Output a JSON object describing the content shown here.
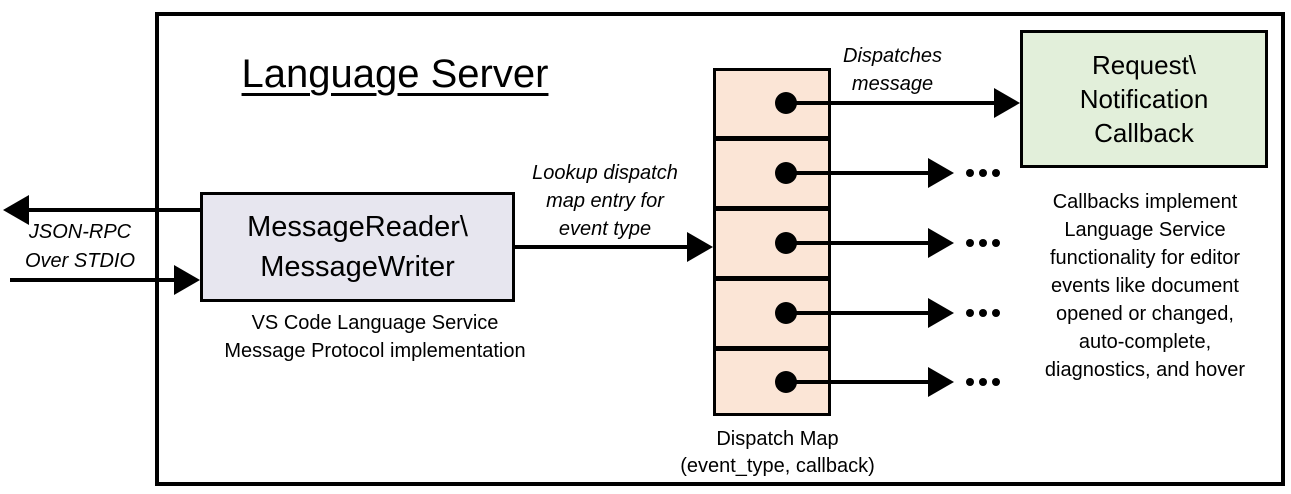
{
  "diagram": {
    "title": "Language Server"
  },
  "io": {
    "label": "JSON-RPC\nOver STDIO"
  },
  "message_box": {
    "label": "MessageReader\\\nMessageWriter",
    "caption": "VS Code Language Service\nMessage Protocol implementation"
  },
  "lookup_arrow": {
    "label": "Lookup dispatch\nmap entry for\nevent type"
  },
  "dispatch_map": {
    "caption": "Dispatch Map\n(event_type, callback)",
    "cell_count": 5
  },
  "dispatch_arrow": {
    "label": "Dispatches\nmessage"
  },
  "callback_box": {
    "label": "Request\\\nNotification\nCallback",
    "description": "Callbacks implement\nLanguage Service\nfunctionality for editor\nevents like document\nopened or changed,\nauto-complete,\ndiagnostics, and hover"
  },
  "icons": {
    "ellipsis": "...",
    "arrowhead": "filled-triangle",
    "dispatch_entry": "filled-dot"
  },
  "colors": {
    "message_box_fill": "#e7e6ef",
    "dispatch_map_fill": "#fbe5d6",
    "callback_box_fill": "#e2efda",
    "line": "#000000",
    "background": "#ffffff"
  }
}
